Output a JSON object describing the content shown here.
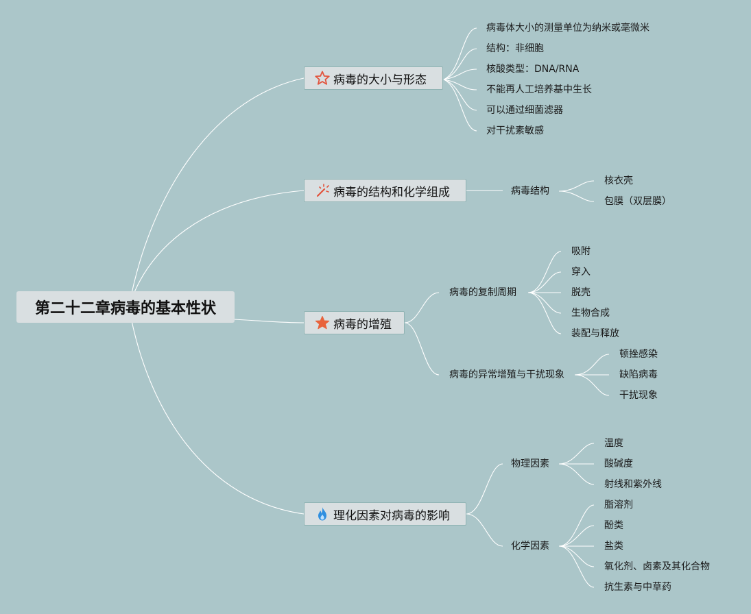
{
  "root": {
    "label": "第二十二章病毒的基本性状"
  },
  "branches": [
    {
      "label": "病毒的大小与形态",
      "icon": "star-outline-icon",
      "items": [
        "病毒体大小的测量单位为纳米或毫微米",
        "结构：非细胞",
        "核酸类型：DNA/RNA",
        "不能再人工培养基中生长",
        "可以通过细菌滤器",
        "对干扰素敏感"
      ]
    },
    {
      "label": "病毒的结构和化学组成",
      "icon": "magic-wand-icon",
      "sub": [
        {
          "label": "病毒结构",
          "items": [
            "核衣壳",
            "包膜（双层膜）"
          ]
        }
      ]
    },
    {
      "label": "病毒的增殖",
      "icon": "star-filled-icon",
      "sub": [
        {
          "label": "病毒的复制周期",
          "items": [
            "吸附",
            "穿入",
            "脱壳",
            "生物合成",
            "装配与释放"
          ]
        },
        {
          "label": "病毒的异常增殖与干扰现象",
          "items": [
            "顿挫感染",
            "缺陷病毒",
            "干扰现象"
          ]
        }
      ]
    },
    {
      "label": "理化因素对病毒的影响",
      "icon": "flame-icon",
      "sub": [
        {
          "label": "物理因素",
          "items": [
            "温度",
            "酸碱度",
            "射线和紫外线"
          ]
        },
        {
          "label": "化学因素",
          "items": [
            "脂溶剂",
            "酚类",
            "盐类",
            "氧化剂、卤素及其化合物",
            "抗生素与中草药"
          ]
        }
      ]
    }
  ],
  "colors": {
    "background": "#abc6c9",
    "node_fill": "#d9dfe1",
    "node_border": "#8fb3b3",
    "connector": "#ffffff",
    "star_accent": "#e2533c",
    "flame_accent": "#2f8fe0"
  }
}
